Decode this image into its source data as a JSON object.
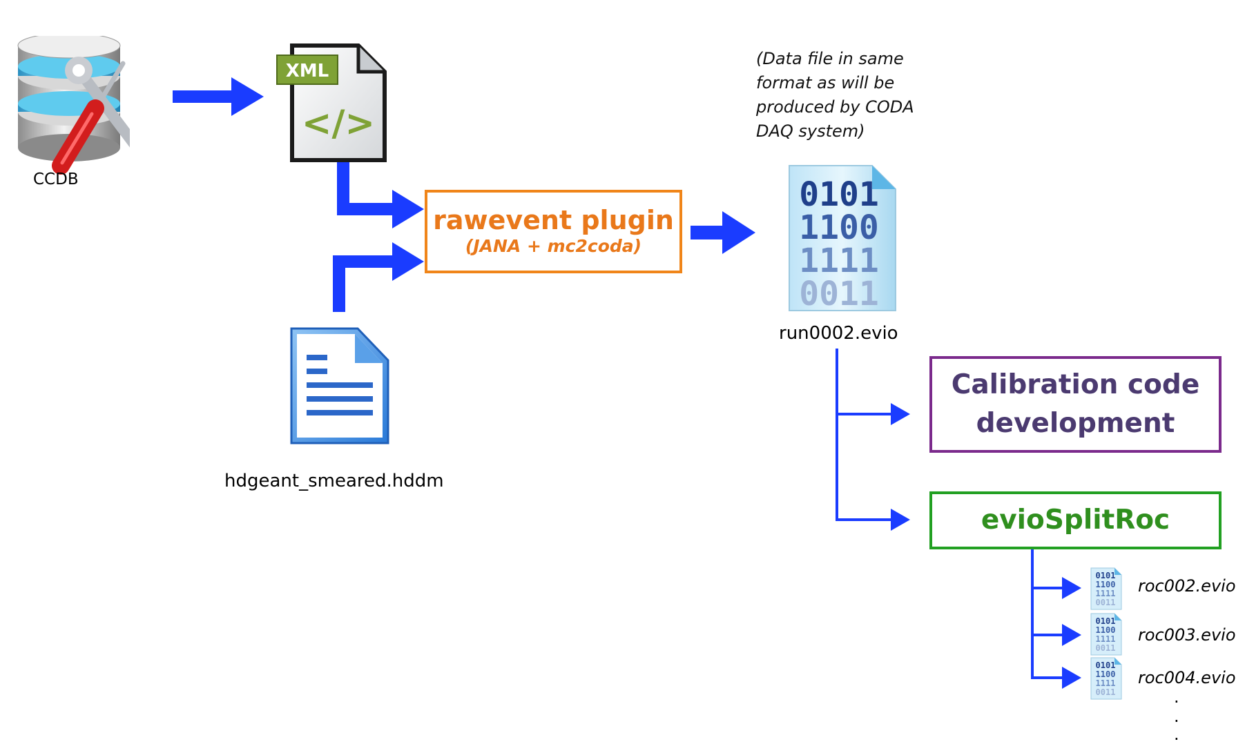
{
  "ccdb": {
    "label": "CCDB"
  },
  "hddm": {
    "label": "hdgeant_smeared.hddm"
  },
  "xml_icon": {
    "badge": "XML",
    "symbol": "</>"
  },
  "plugin": {
    "title": "rawevent plugin",
    "subtitle": "(JANA + mc2coda)"
  },
  "note": {
    "lines": [
      "(Data file in same",
      "format as will be",
      "produced by CODA",
      "DAQ system)"
    ]
  },
  "run_file": {
    "label": "run0002.evio",
    "binary": [
      "0101",
      "1100",
      "1111",
      "0011"
    ]
  },
  "calibration": {
    "lines": [
      "Calibration code",
      "development"
    ]
  },
  "split": {
    "title": "evioSplitRoc"
  },
  "roc_files": [
    "roc002.evio",
    "roc003.evio",
    "roc004.evio"
  ],
  "ellipsis": [
    ".",
    ".",
    "."
  ],
  "colors": {
    "arrow": "#1a3cff",
    "plugin_border": "#f08519",
    "calib_border": "#7b2a8c",
    "split_border": "#22a022"
  }
}
